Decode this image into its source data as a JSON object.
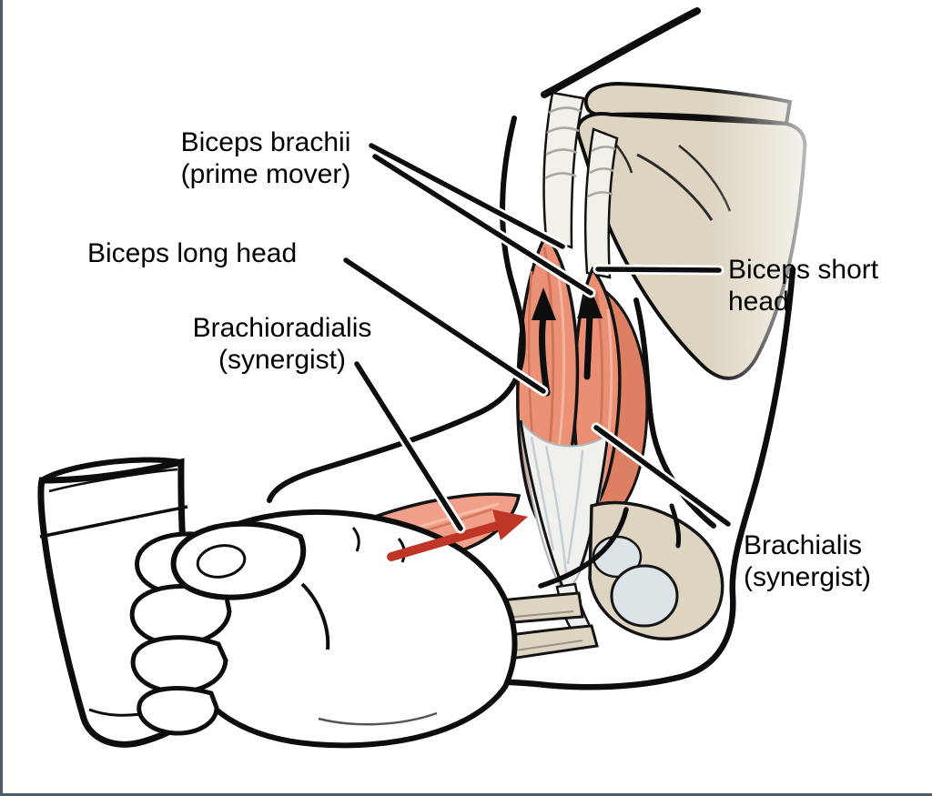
{
  "diagram": {
    "type": "anatomical-illustration",
    "subject": "Muscles that flex the forearm while holding a glass of water",
    "labels": {
      "biceps_brachii": {
        "line1": "Biceps brachii",
        "line2": "(prime mover)"
      },
      "biceps_long_head": {
        "line1": "Biceps long head"
      },
      "brachioradialis": {
        "line1": "Brachioradialis",
        "line2": "(synergist)"
      },
      "biceps_short_head": {
        "line1": "Biceps short",
        "line2": "head"
      },
      "brachialis": {
        "line1": "Brachialis",
        "line2": "(synergist)"
      }
    },
    "arrows": {
      "biceps_contraction": "two black arrows pointing up (toward shoulder)",
      "brachioradialis_pull": "red arrow pointing toward elbow"
    },
    "colors": {
      "background": "#ffffff",
      "outline": "#0d0d0d",
      "muscle": "#ea8f73",
      "muscle_shadow": "#d0755a",
      "muscle_highlight": "#f6b39d",
      "bone": "#ddd5c1",
      "tendon": "#f2f0e9",
      "cartilage": "#dce4e8",
      "pull_arrow_red": "#bf3526",
      "label_text": "#000000",
      "screen_edge": "#4d5d68"
    }
  }
}
